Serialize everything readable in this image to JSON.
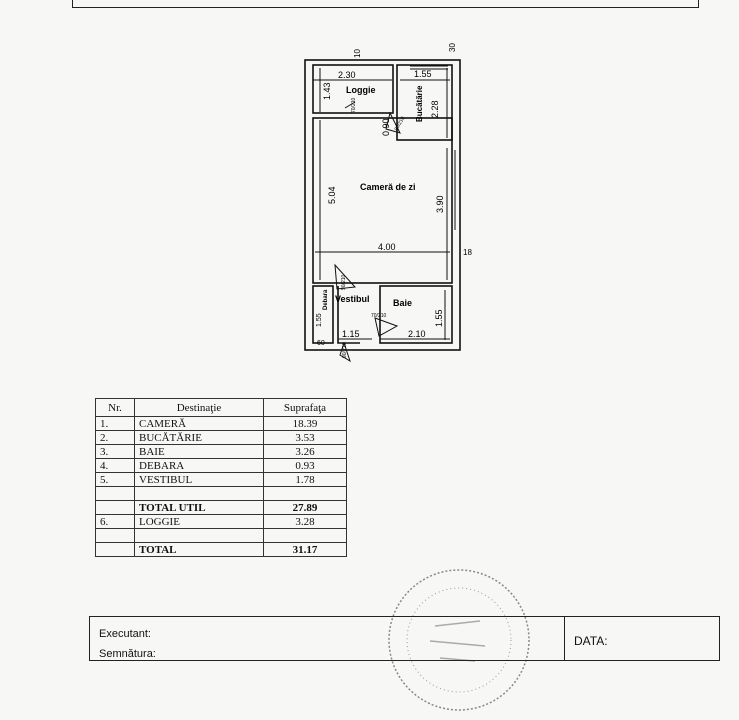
{
  "plan": {
    "rooms": {
      "loggie": "Loggie",
      "bucatarie": "Bucătărie",
      "camera_de_zi": "Cameră de zi",
      "vestibul": "Vestibul",
      "baie": "Baie",
      "debara": "Debara"
    },
    "dimensions": {
      "d_2_30": "2.30",
      "d_1_55_top": "1.55",
      "d_1_43": "1.43",
      "d_2_28": "2.28",
      "d_0_90": "0.90",
      "d_5_04": "5.04",
      "d_3_90": "3.90",
      "d_4_00": "4.00",
      "d_1_55_bath": "1.55",
      "d_2_10": "2.10",
      "d_1_15": "1.15",
      "d_1_55_deb": "1.55",
      "d_60": "60",
      "wall_10": "10",
      "wall_30": "30",
      "wall_18": "18"
    },
    "doors": {
      "door_loggia": "70\n210",
      "door_kitchen": "80\n210",
      "door_living": "90\n210",
      "door_bath": "70\n210",
      "door_entry": "90\n210"
    }
  },
  "table": {
    "headers": {
      "nr": "Nr.",
      "destinatie": "Destinaţie",
      "suprafata": "Suprafaţa"
    },
    "rows": [
      {
        "nr": "1.",
        "name": "CAMERĂ",
        "value": "18.39"
      },
      {
        "nr": "2.",
        "name": "BUCĂTĂRIE",
        "value": "3.53"
      },
      {
        "nr": "3.",
        "name": "BAIE",
        "value": "3.26"
      },
      {
        "nr": "4.",
        "name": "DEBARA",
        "value": "0.93"
      },
      {
        "nr": "5.",
        "name": "VESTIBUL",
        "value": "1.78"
      }
    ],
    "total_util": {
      "name": "TOTAL UTIL",
      "value": "27.89"
    },
    "loggie": {
      "nr": "6.",
      "name": "LOGGIE",
      "value": "3.28"
    },
    "total": {
      "name": "TOTAL",
      "value": "31.17"
    }
  },
  "footer": {
    "executant_label": "Executant:",
    "semnatura_label": "Semnătura:",
    "data_label": "DATA:"
  }
}
